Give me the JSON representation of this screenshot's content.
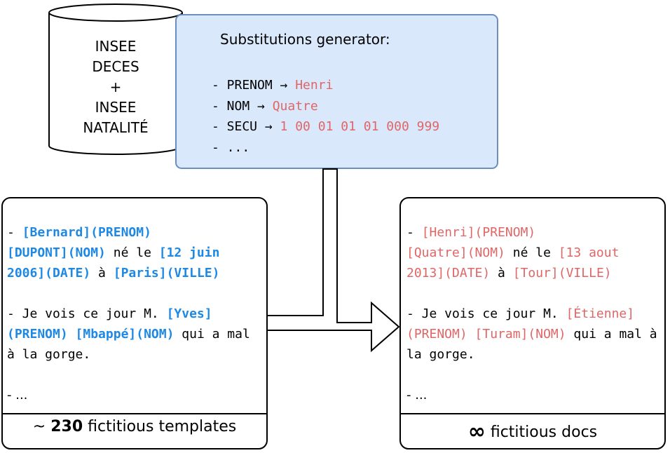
{
  "database": {
    "lines": [
      "INSEE",
      "DECES",
      "+",
      "INSEE",
      "NATALITÉ"
    ]
  },
  "generator": {
    "title": "Substitutions generator:",
    "items": [
      {
        "key": "- PRENOM → ",
        "value": "Henri"
      },
      {
        "key": "- NOM → ",
        "value": "Quatre"
      },
      {
        "key": "- SECU → ",
        "value": "1 00 01 01 01 000 999"
      },
      {
        "key": "- ...",
        "value": ""
      }
    ]
  },
  "templates": {
    "doc1": {
      "prefix": "- ",
      "tag1": "[Bernard](PRENOM)",
      "tag2": "[DUPONT](NOM)",
      "text1": " né le ",
      "tag3": "[12 juin 2006](DATE)",
      "text2": " à ",
      "tag4": "[Paris](VILLE)"
    },
    "doc2": {
      "text1": "- Je vois ce jour M. ",
      "tag1": "[Yves](PRENOM)",
      "space": " ",
      "tag2": "[Mbappé](NOM)",
      "text2": " qui a mal à la gorge."
    },
    "ellipsis": "- ...",
    "caption_pre": "~ ",
    "caption_count": "230",
    "caption_post": " fictitious templates"
  },
  "docs": {
    "doc1": {
      "prefix": "- ",
      "tag1": "[Henri](PRENOM)",
      "tag2": "[Quatre](NOM)",
      "text1": " né le ",
      "tag3": "[13 aout 2013](DATE)",
      "text2": " à ",
      "tag4": "[Tour](VILLE)"
    },
    "doc2": {
      "text1": "- Je vois ce jour M. ",
      "tag1": "[Étienne](PRENOM)",
      "space": " ",
      "tag2": "[Turam](NOM)",
      "text2": " qui a mal à la gorge."
    },
    "ellipsis": "- ...",
    "caption_symbol": "∞",
    "caption_post": " fictitious docs"
  },
  "colors": {
    "generator_fill": "#dae8fc",
    "generator_stroke": "#6c8ebf",
    "template_tag": "#1e88e5",
    "substituted_value": "#e06666"
  }
}
